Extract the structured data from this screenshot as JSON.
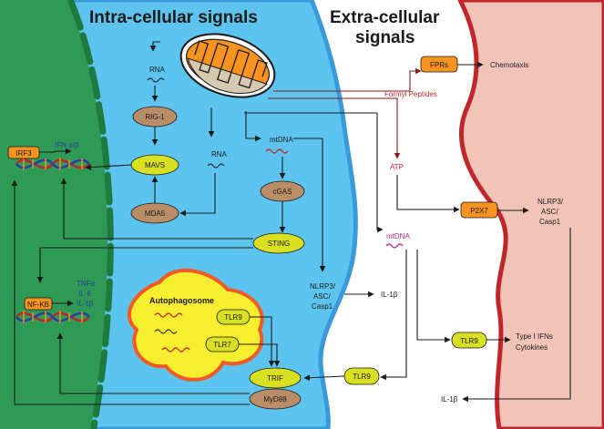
{
  "titles": {
    "intra": "Intra-cellular signals",
    "extra_line1": "Extra-cellular",
    "extra_line2": "signals"
  },
  "nodes": {
    "rig1": "RIG-1",
    "mavs": "MAVS",
    "mda5": "MDA5",
    "cgas": "cGAS",
    "sting": "STING",
    "irf3": "IRF3",
    "nfkb": "NF-KB",
    "fprs": "FPRs",
    "p2x7": "P2X7",
    "tlr9_auto": "TLR9",
    "tlr7": "TLR7",
    "trif": "TRIF",
    "myd88": "MyD88",
    "tlr9_membrane": "TLR9",
    "tlr9_extra": "TLR9"
  },
  "labels": {
    "rna_top": "RNA",
    "rna_mid": "RNA",
    "mtdna_intra": "mtDNA",
    "mtdna_extra": "mtDNA",
    "ifn": "IFN α/β",
    "tnf": "TNFα",
    "il6": "IL-6",
    "il1b_nuc": "IL-1β",
    "nlrp3_intra_1": "NLRP3/",
    "nlrp3_intra_2": "ASC/",
    "nlrp3_intra_3": "Casp1",
    "il1b_intra": "IL-1β",
    "chemotaxis": "Chemotaxis",
    "formyl": "Formyl Peptides",
    "atp": "ATP",
    "nlrp3_extra_1": "NLRP3/",
    "nlrp3_extra_2": "ASC/",
    "nlrp3_extra_3": "Casp1",
    "type1_ifn": "Type I IFNs",
    "cytokines": "Cytokines",
    "il1b_extra": "IL-1β",
    "autophagosome": "Autophagosome"
  },
  "colors": {
    "nucleus": "#2e9a56",
    "nucleus_border": "#1f7a3f",
    "cytoplasm": "#5cc4ee",
    "membrane": "#3a9ad9",
    "extracellular": "#ffffff",
    "other_cell": "#f2c4b8",
    "other_cell_border": "#c0272d",
    "yellow_node": "#d9e021",
    "brown_node": "#b88d67",
    "orange_node": "#f7931e",
    "autophagosome_fill": "#f6ee2e",
    "autophagosome_border": "#f15a24"
  }
}
